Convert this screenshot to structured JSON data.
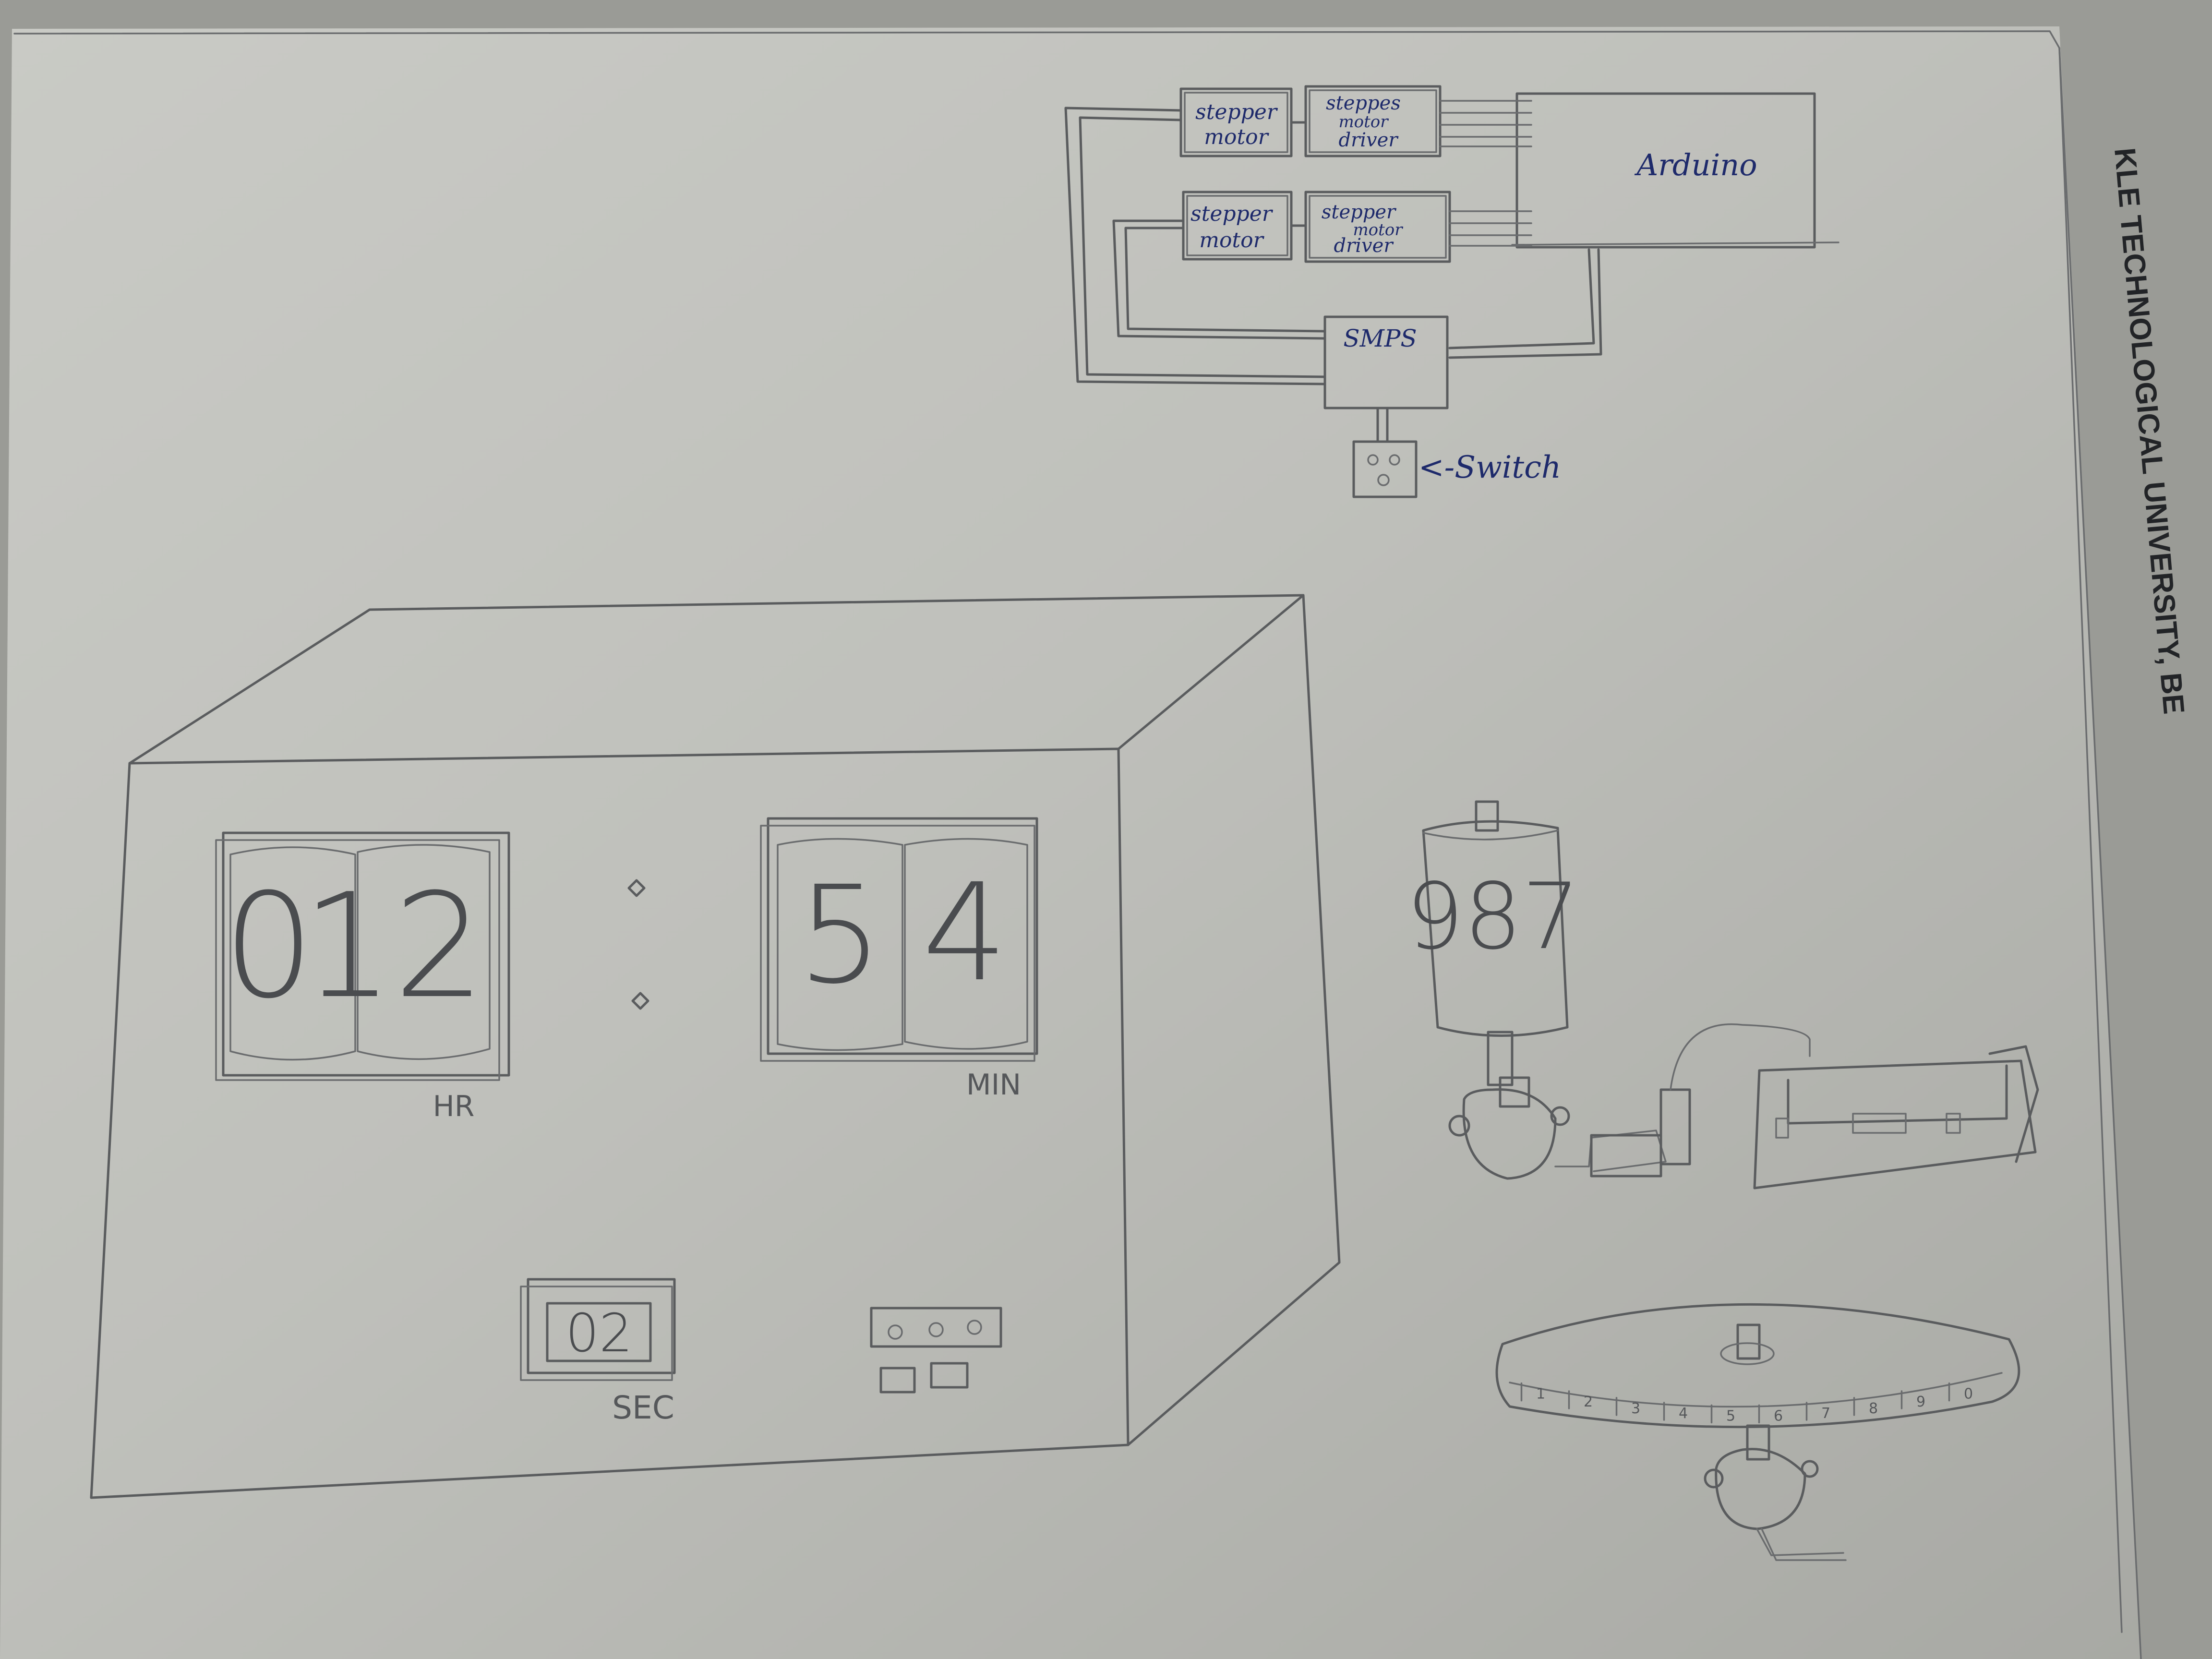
{
  "sheet": {
    "header_text": "KLE TECHNOLOGICAL UNIVERSITY, BE"
  },
  "circuit": {
    "motor_1": [
      "stepper",
      "motor"
    ],
    "driver_1": [
      "steppes",
      "motor",
      "driver"
    ],
    "motor_2": [
      "stepper",
      "motor"
    ],
    "driver_2": [
      "stepper",
      "motor",
      "driver"
    ],
    "arduino": "Arduino",
    "smps": "SMPS",
    "switch_label": "<-Switch"
  },
  "clock": {
    "hour_digits": [
      "0",
      "12"
    ],
    "hour_label": "HR",
    "minute_digits": [
      "5",
      "4"
    ],
    "minute_label": "MIN",
    "seconds_value": "02",
    "seconds_label": "SEC"
  },
  "mechanism": {
    "drum_number": "987",
    "dial_marks": [
      "1",
      "2",
      "3",
      "4",
      "5",
      "6",
      "7",
      "8",
      "9",
      "0"
    ]
  }
}
